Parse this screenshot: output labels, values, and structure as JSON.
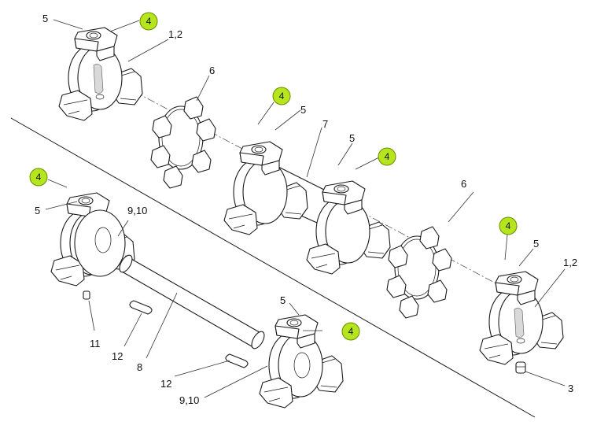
{
  "diagram": {
    "title": "Exploded view - shaft coupling assembly",
    "badge_color": "#b5e61d",
    "callouts": [
      {
        "id": "c5-top-left",
        "text": "5",
        "badge": false
      },
      {
        "id": "c4-top-left",
        "text": "4",
        "badge": true
      },
      {
        "id": "c12-top-left",
        "text": "1,2",
        "badge": false
      },
      {
        "id": "c6-top",
        "text": "6",
        "badge": false
      },
      {
        "id": "c4-center-left",
        "text": "4",
        "badge": true
      },
      {
        "id": "c5-center-left",
        "text": "5",
        "badge": false
      },
      {
        "id": "c7-center",
        "text": "7",
        "badge": false
      },
      {
        "id": "c5-center-right",
        "text": "5",
        "badge": false
      },
      {
        "id": "c4-center-right",
        "text": "4",
        "badge": true
      },
      {
        "id": "c4-left",
        "text": "4",
        "badge": true
      },
      {
        "id": "c5-left",
        "text": "5",
        "badge": false
      },
      {
        "id": "c910-left",
        "text": "9,10",
        "badge": false
      },
      {
        "id": "c6-right",
        "text": "6",
        "badge": false
      },
      {
        "id": "c4-right",
        "text": "4",
        "badge": true
      },
      {
        "id": "c5-right",
        "text": "5",
        "badge": false
      },
      {
        "id": "c12-right",
        "text": "1,2",
        "badge": false
      },
      {
        "id": "c11",
        "text": "11",
        "badge": false
      },
      {
        "id": "c12-key-upper",
        "text": "12",
        "badge": false
      },
      {
        "id": "c8-shaft",
        "text": "8",
        "badge": false
      },
      {
        "id": "c5-bottom",
        "text": "5",
        "badge": false
      },
      {
        "id": "c4-bottom",
        "text": "4",
        "badge": true
      },
      {
        "id": "c12-key-lower",
        "text": "12",
        "badge": false
      },
      {
        "id": "c910-bottom",
        "text": "9,10",
        "badge": false
      },
      {
        "id": "c3",
        "text": "3",
        "badge": false
      }
    ]
  }
}
